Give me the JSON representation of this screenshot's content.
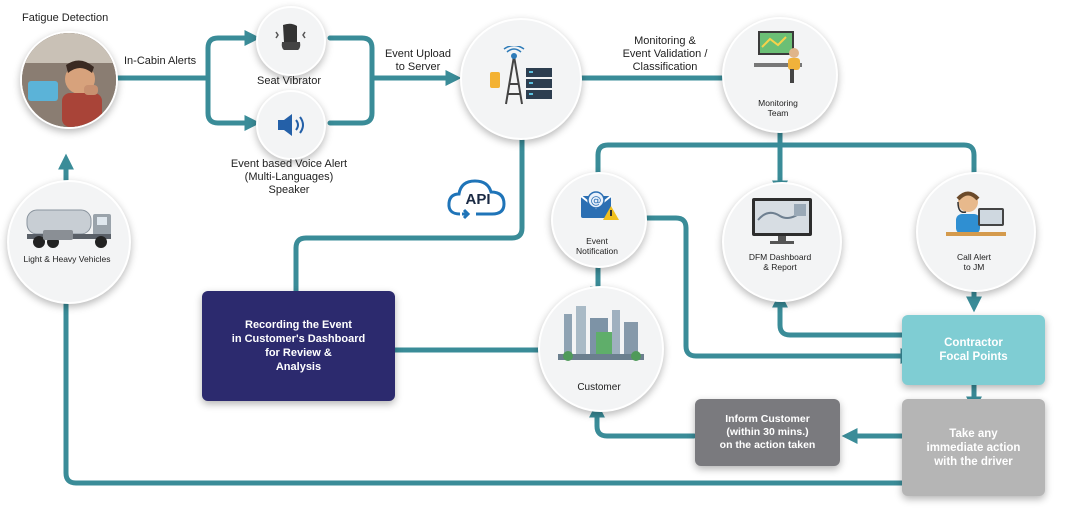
{
  "fatigue_detection": "Fatigue Detection",
  "in_cabin_alerts": "In-Cabin Alerts",
  "seat_vibrator": "Seat Vibrator",
  "voice_alert": "Event based Voice Alert\n(Multi-Languages)\nSpeaker",
  "event_upload": "Event Upload\nto Server",
  "monitoring_validation": "Monitoring &\nEvent Validation /\nClassification",
  "monitoring_team": "Monitoring\nTeam",
  "api": "API",
  "event_notification": "Event\nNotification",
  "dfm_dashboard": "DFM Dashboard\n& Report",
  "call_alert": "Call Alert\nto JM",
  "light_heavy_vehicles": "Light & Heavy Vehicles",
  "recording_event": "Recording the Event\nin Customer's Dashboard\nfor Review &\nAnalysis",
  "customer": "Customer",
  "contractor_focal_points": "Contractor\nFocal Points",
  "inform_customer": "Inform Customer\n(within 30 mins.)\non the action taken",
  "take_action": "Take any\nimmediate action\nwith the driver",
  "colors": {
    "flow": "#3a8c98",
    "recording_box": "#2c2a6e",
    "contractor_box": "#7fcdd3",
    "inform_box": "#7a7a7e",
    "action_box": "#b5b5b5",
    "api_blue": "#1f74b8"
  }
}
